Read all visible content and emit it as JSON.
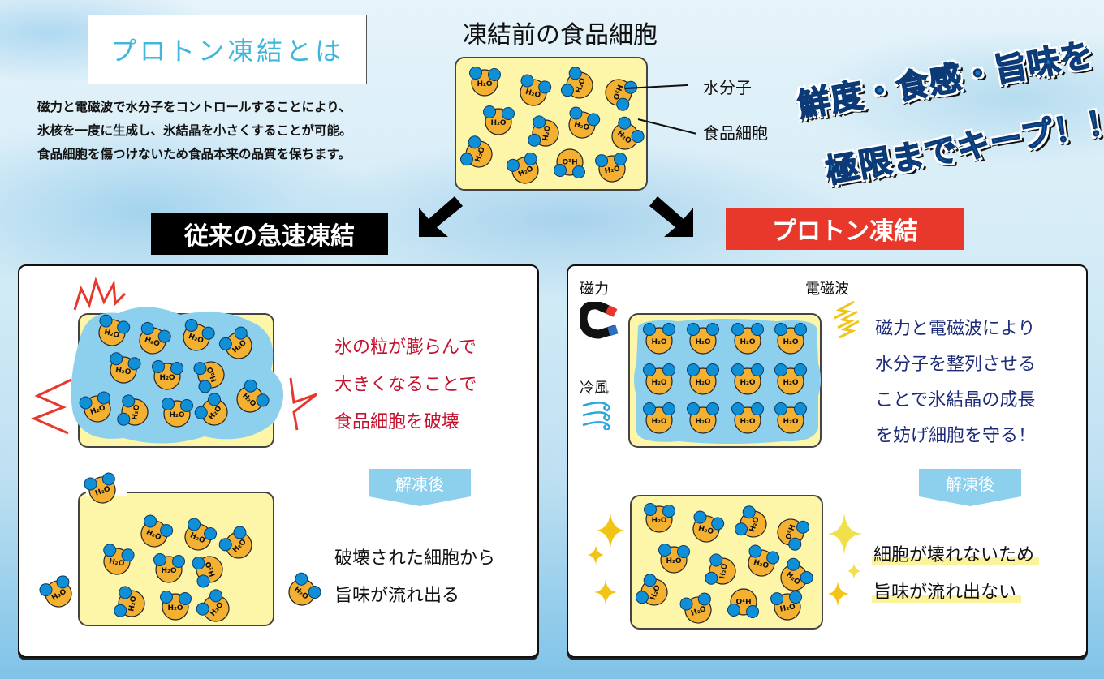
{
  "header": {
    "title": "プロトン凍結とは",
    "intro_lines": [
      "磁力と電磁波で水分子をコントロールすることにより、",
      "氷核を一度に生成し、氷結晶を小さくすることが可能。",
      "食品細胞を傷つけないため食品本来の品質を保ちます。"
    ]
  },
  "before_freeze": {
    "title": "凍結前の食品細胞",
    "callout_water": "水分子",
    "callout_cell": "食品細胞",
    "molecule_label": "H₂O"
  },
  "slogan": {
    "line1": "鮮度・食感・旨味を",
    "line2": "極限までキープ！！"
  },
  "sections": {
    "conventional": {
      "title": "従来の急速凍結",
      "effect_lines": [
        "氷の粒が膨らんで",
        "大きくなることで",
        "食品細胞を破壊"
      ],
      "thaw_label": "解凍後",
      "result_lines": [
        "破壊された細胞から",
        "旨味が流れ出る"
      ]
    },
    "proton": {
      "title": "プロトン凍結",
      "label_magnet": "磁力",
      "label_wave": "電磁波",
      "label_wind": "冷風",
      "effect_lines": [
        "磁力と電磁波により",
        "水分子を整列させる",
        "ことで氷結晶の成長",
        "を妨げ細胞を守る！"
      ],
      "thaw_label": "解凍後",
      "result_lines": [
        "細胞が壊れないため",
        "旨味が流れ出ない"
      ]
    }
  },
  "colors": {
    "accent_blue": "#3fb7dc",
    "proton_red": "#e8372b",
    "conventional_black": "#000000",
    "cell_yellow": "#fdf6a8",
    "molecule_orange": "#f4b030",
    "hydrogen_blue": "#0f8fd6",
    "ice_blue": "#8dd0ee",
    "text_red": "#c4122f",
    "text_navy": "#1d2b7a"
  }
}
